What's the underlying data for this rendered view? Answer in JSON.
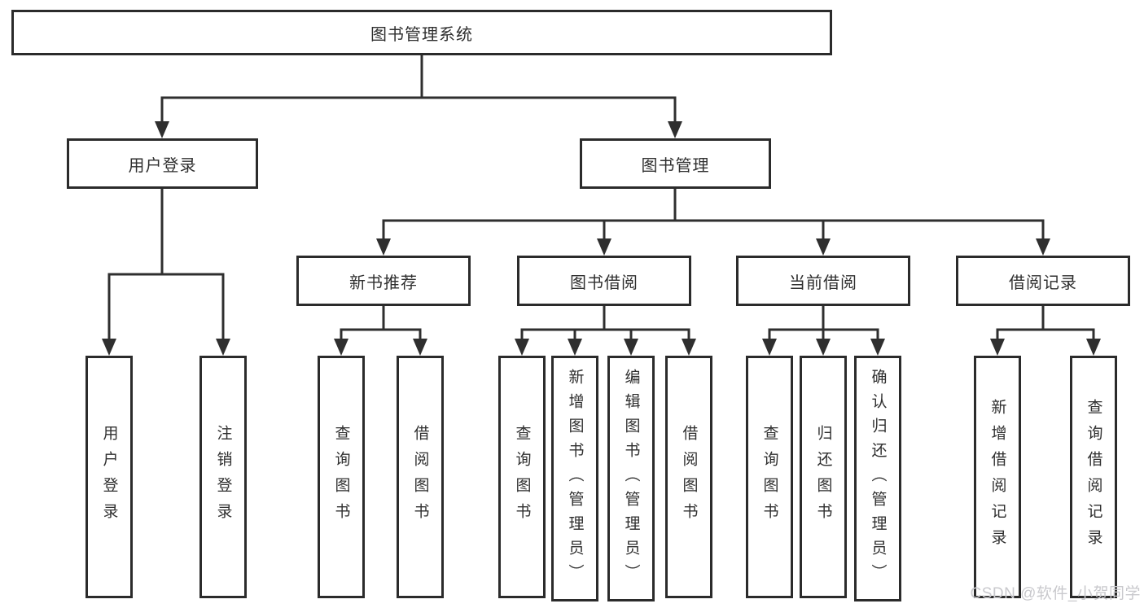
{
  "colors": {
    "line": "#2f2f2f",
    "box_border": "#2b2b2b",
    "text": "#2f2f2f",
    "background": "#ffffff",
    "watermark": "#c9c9cd"
  },
  "diagram": {
    "type": "tree",
    "root": {
      "label": "图书管理系统"
    },
    "branches": [
      {
        "label": "用户登录",
        "children": [
          {
            "label": "用户登录"
          },
          {
            "label": "注销登录"
          }
        ]
      },
      {
        "label": "图书管理",
        "children": [
          {
            "label": "新书推荐",
            "children": [
              {
                "label": "查询图书"
              },
              {
                "label": "借阅图书"
              }
            ]
          },
          {
            "label": "图书借阅",
            "children": [
              {
                "label": "查询图书"
              },
              {
                "label": "新增图书（管理员）"
              },
              {
                "label": "编辑图书（管理员）"
              },
              {
                "label": "借阅图书"
              }
            ]
          },
          {
            "label": "当前借阅",
            "children": [
              {
                "label": "查询图书"
              },
              {
                "label": "归还图书"
              },
              {
                "label": "确认归还（管理员）"
              }
            ]
          },
          {
            "label": "借阅记录",
            "children": [
              {
                "label": "新增借阅记录"
              },
              {
                "label": "查询借阅记录"
              }
            ]
          }
        ]
      }
    ]
  },
  "watermark": {
    "text": "CSDN @软件_小贺同学"
  }
}
